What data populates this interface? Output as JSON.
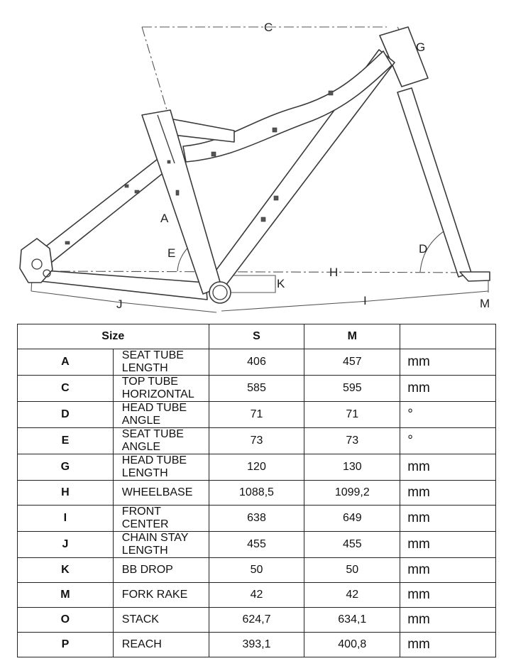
{
  "diagram": {
    "labels": {
      "A": "A",
      "C": "C",
      "D": "D",
      "E": "E",
      "G": "G",
      "H": "H",
      "I": "I",
      "J": "J",
      "K": "K",
      "M": "M"
    }
  },
  "table": {
    "header": {
      "size": "Size",
      "s": "S",
      "m": "M",
      "unit": ""
    },
    "rows": [
      {
        "letter": "A",
        "name": "SEAT TUBE LENGTH",
        "s": "406",
        "m": "457",
        "unit": "mm"
      },
      {
        "letter": "C",
        "name": "TOP TUBE HORIZONTAL",
        "s": "585",
        "m": "595",
        "unit": "mm"
      },
      {
        "letter": "D",
        "name": "HEAD TUBE ANGLE",
        "s": "71",
        "m": "71",
        "unit": "°"
      },
      {
        "letter": "E",
        "name": "SEAT TUBE ANGLE",
        "s": "73",
        "m": "73",
        "unit": "°"
      },
      {
        "letter": "G",
        "name": "HEAD TUBE LENGTH",
        "s": "120",
        "m": "130",
        "unit": "mm"
      },
      {
        "letter": "H",
        "name": "WHEELBASE",
        "s": "1088,5",
        "m": "1099,2",
        "unit": "mm"
      },
      {
        "letter": "I",
        "name": "FRONT CENTER",
        "s": "638",
        "m": "649",
        "unit": "mm"
      },
      {
        "letter": "J",
        "name": "CHAIN STAY LENGTH",
        "s": "455",
        "m": "455",
        "unit": "mm"
      },
      {
        "letter": "K",
        "name": "BB DROP",
        "s": "50",
        "m": "50",
        "unit": "mm"
      },
      {
        "letter": "M",
        "name": "FORK RAKE",
        "s": "42",
        "m": "42",
        "unit": "mm"
      },
      {
        "letter": "O",
        "name": "STACK",
        "s": "624,7",
        "m": "634,1",
        "unit": "mm"
      },
      {
        "letter": "P",
        "name": "REACH",
        "s": "393,1",
        "m": "400,8",
        "unit": "mm"
      }
    ]
  }
}
